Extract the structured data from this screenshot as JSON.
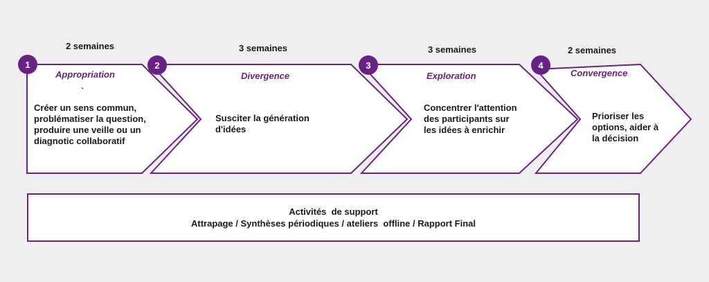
{
  "colors": {
    "accent": "#6a2185",
    "background": "#efefef",
    "text": "#1a1a1a"
  },
  "phases": [
    {
      "number": "1",
      "duration": "2 semaines",
      "title": "Appropriation",
      "mark": "`",
      "description": "Créer un sens commun, problématiser la question, produire une veille ou un diagnotic collaboratif"
    },
    {
      "number": "2",
      "duration": "3 semaines",
      "title": "Divergence",
      "description": "Susciter la génération d'idées"
    },
    {
      "number": "3",
      "duration": "3 semaines",
      "title": "Exploration",
      "description": "Concentrer l'attention des participants sur les idées à enrichir"
    },
    {
      "number": "4",
      "duration": "2 semaines",
      "title": "Convergence",
      "description": "Prioriser les options, aider à la décision"
    }
  ],
  "support": {
    "title": "Activités  de support",
    "items": "Attrapage / Synthèses périodiques / ateliers  offline / Rapport Final"
  }
}
